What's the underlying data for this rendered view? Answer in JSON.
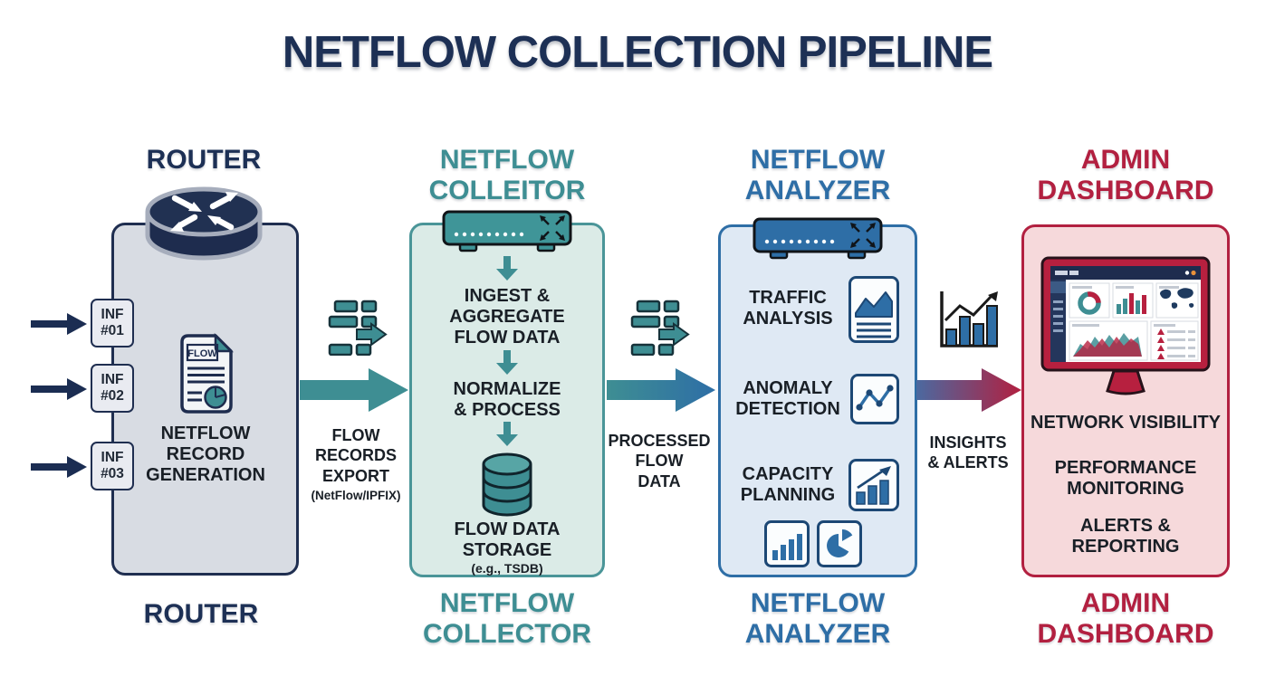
{
  "title": "NETFLOW COLLECTION PIPELINE",
  "palette": {
    "navy": "#1d3055",
    "teal": "#3e8e93",
    "blue": "#2e6ea6",
    "crimson": "#b22040"
  },
  "router": {
    "header": "ROUTER",
    "interfaces": [
      "INF\n#01",
      "INF\n#02",
      "INF\n#03"
    ],
    "doc_label": "FLOW",
    "caption": "NETFLOW\nRECORD\nGENERATION",
    "footer": "ROUTER"
  },
  "collector": {
    "header": "NETFLOW\nCOLLEITOR",
    "step1": "INGEST &\nAGGREGATE\nFLOW DATA",
    "step2": "NORMALIZE\n& PROCESS",
    "storage": "FLOW DATA\nSTORAGE",
    "storage_note": "(e.g., TSDB)",
    "footer": "NETFLOW\nCOLLECTOR"
  },
  "analyzer": {
    "header": "NETFLOW\nANALYZER",
    "item1": "TRAFFIC\nANALYSIS",
    "item2": "ANOMALY\nDETECTION",
    "item3": "CAPACITY\nPLANNING",
    "footer": "NETFLOW\nANALYZER"
  },
  "dashboard": {
    "header": "ADMIN\nDASHBOARD",
    "feature1": "NETWORK VISIBILITY",
    "feature2": "PERFORMANCE\nMONITORING",
    "feature3": "ALERTS &\nREPORTING",
    "footer": "ADMIN\nDASHBOARD"
  },
  "flow1": {
    "label": "FLOW\nRECORDS\nEXPORT",
    "note": "(NetFlow/IPFIX)"
  },
  "flow2": {
    "label": "PROCESSED\nFLOW\nDATA"
  },
  "flow3": {
    "label": "INSIGHTS\n& ALERTS"
  }
}
